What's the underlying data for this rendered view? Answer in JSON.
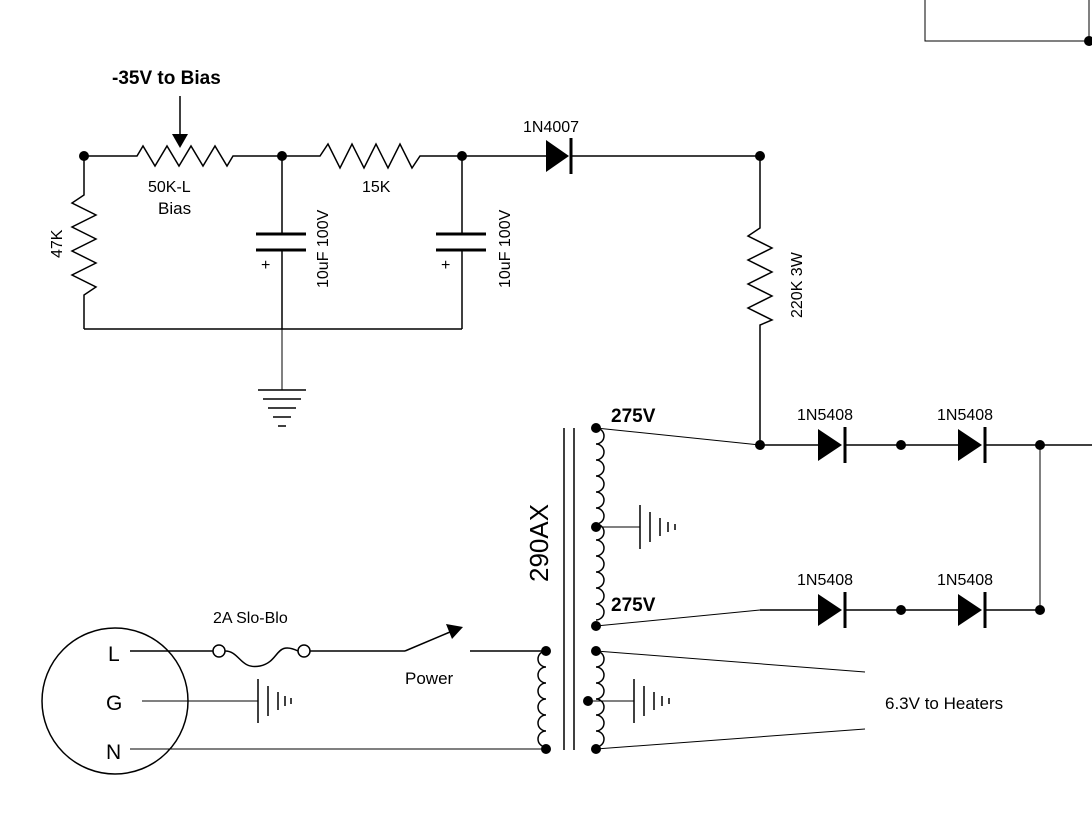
{
  "labels": {
    "bias_output": "-35V to Bias",
    "pot_value": "50K-L",
    "pot_name": "Bias",
    "r_47k": "47K",
    "r_15k": "15K",
    "cap1": "10uF 100V",
    "cap2": "10uF 100V",
    "diode_bias": "1N4007",
    "r_220k": "220K 3W",
    "tap_top": "275V",
    "tap_bottom": "275V",
    "rect_d1": "1N5408",
    "rect_d2": "1N5408",
    "rect_d3": "1N5408",
    "rect_d4": "1N5408",
    "transformer": "290AX",
    "fuse": "2A Slo-Blo",
    "switch": "Power",
    "heaters": "6.3V to Heaters",
    "plug_l": "L",
    "plug_g": "G",
    "plug_n": "N",
    "cap_plus_1": "+",
    "cap_plus_2": "+"
  }
}
